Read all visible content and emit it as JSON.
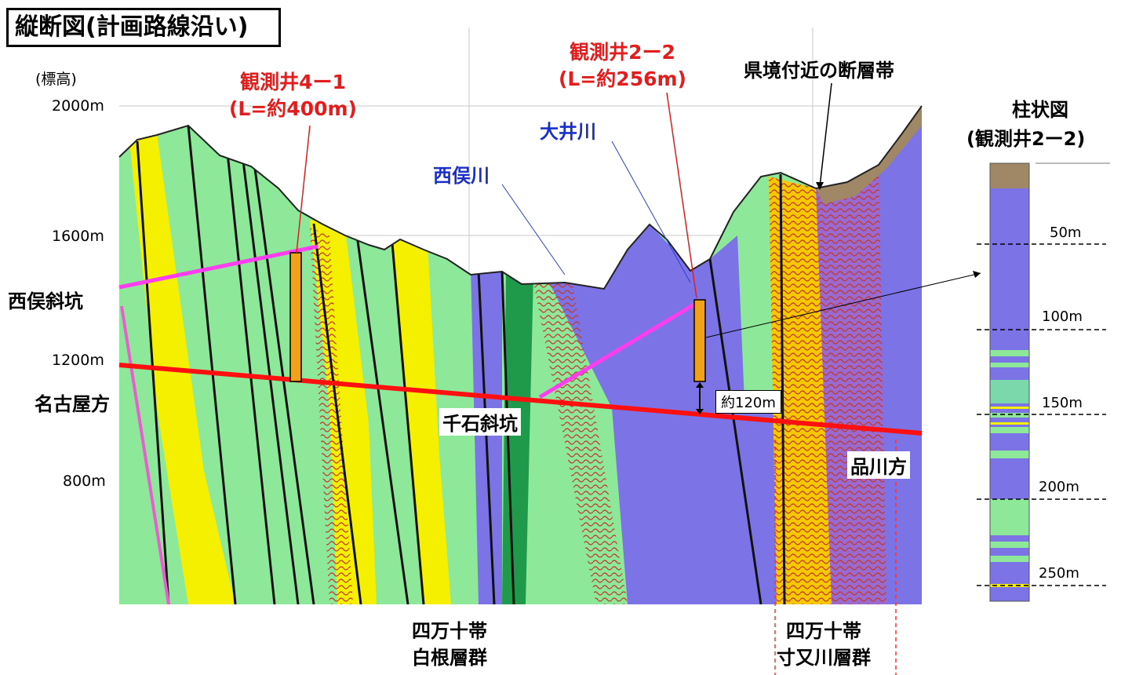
{
  "title": "縦断図(計画路線沿い)",
  "elevation": {
    "unit_label": "(標高)",
    "ticks": [
      "2000m",
      "1600m",
      "1200m",
      "800m"
    ]
  },
  "direction_left": "名古屋方",
  "direction_right": "品川方",
  "tunnels": {
    "nishimata": "西俣斜坑",
    "senzoku": "千石斜坑"
  },
  "wells": {
    "well_4_1": {
      "name": "観測井4ー1",
      "length": "(L=約400m)"
    },
    "well_2_2": {
      "name": "観測井2ー2",
      "length": "(L=約256m)"
    }
  },
  "rivers": {
    "oi": "大井川",
    "nishimata": "西俣川"
  },
  "fault_zone": "県境付近の断層帯",
  "distance_label": "約120m",
  "formations": {
    "shirane": {
      "line1": "四万十帯",
      "line2": "白根層群"
    },
    "sunomata": {
      "line1": "四万十帯",
      "line2": "寸又川層群"
    }
  },
  "column": {
    "title": "柱状図",
    "subtitle": "(観測井2ー2)",
    "depths": [
      "50m",
      "100m",
      "150m",
      "200m",
      "250m"
    ]
  },
  "colors": {
    "green": "#8ee89a",
    "yellow": "#f5f000",
    "purple": "#7c74e6",
    "brown": "#a08866",
    "red_line": "#ff1010",
    "magenta_line": "#ff3cf0",
    "well_orange": "#f2a21a"
  }
}
